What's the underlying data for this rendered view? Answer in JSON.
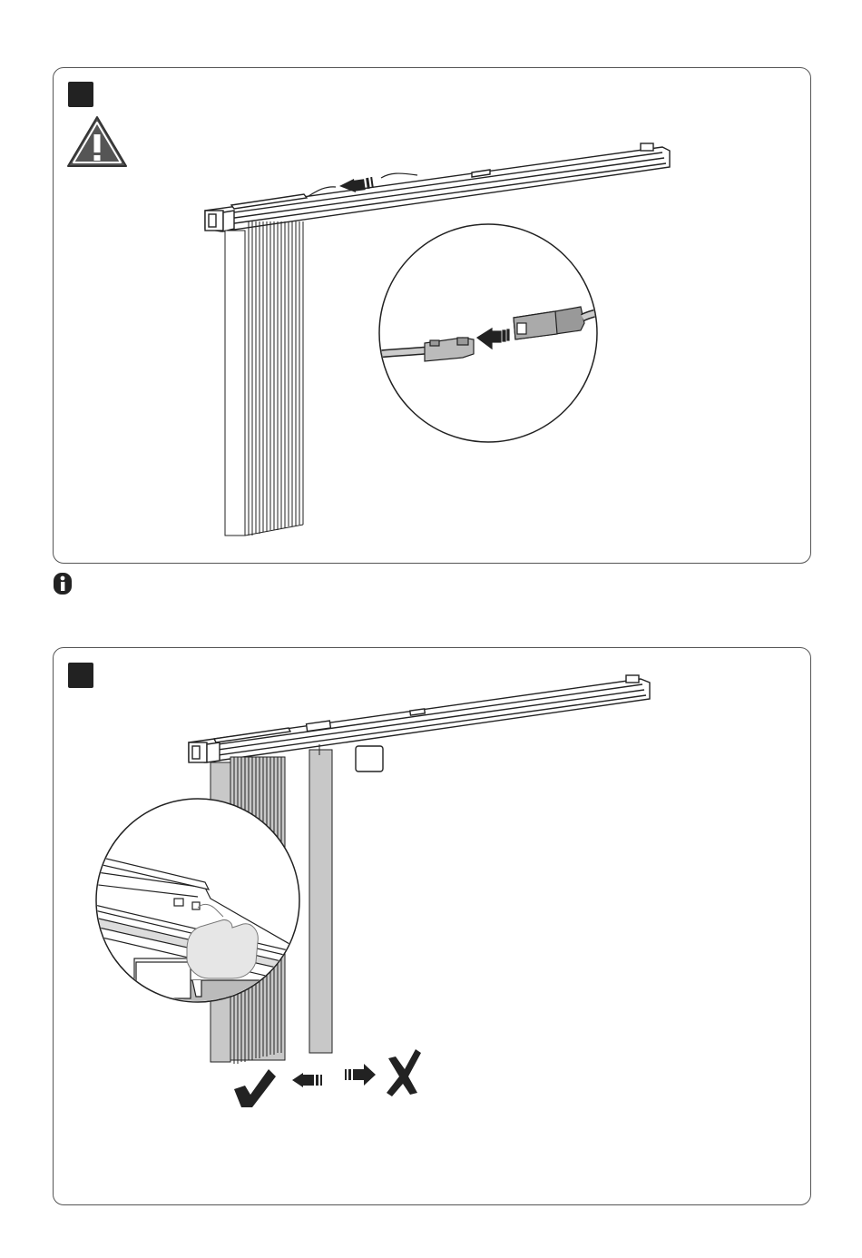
{
  "page": {
    "steps": [
      {
        "step_marker": "",
        "has_warning": true,
        "inset": "connector-plug-detail",
        "arrow_direction": "left"
      },
      {
        "step_marker": "",
        "has_warning": false,
        "inset": "end-cap-clip-detail",
        "correct_direction": "left",
        "wrong_direction": "right",
        "callout_marker": ""
      }
    ],
    "info_note": "",
    "icons": {
      "warning": "warning-triangle-icon",
      "info": "info-icon",
      "check": "check-icon",
      "cross": "cross-icon"
    },
    "colors": {
      "line": "#222222",
      "slat_fill": "#c8c8c8",
      "panel_border": "#555555"
    }
  }
}
